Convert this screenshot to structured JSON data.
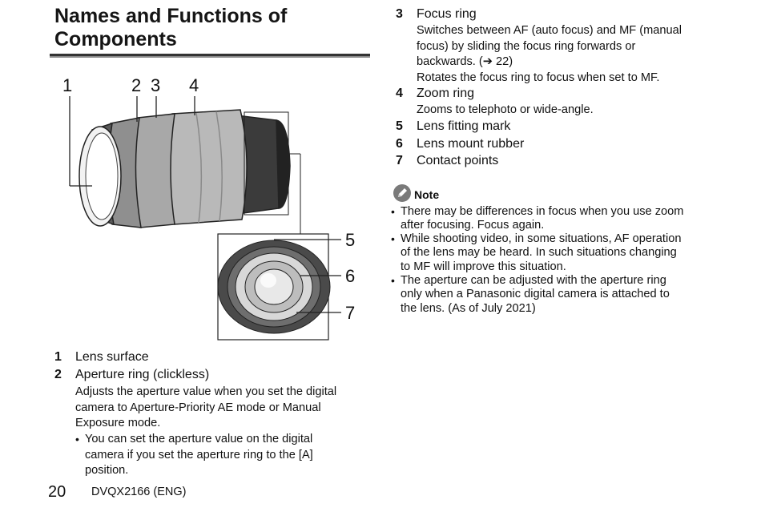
{
  "title_line1": "Names and Functions of",
  "title_line2": "Components",
  "callouts": [
    "1",
    "2",
    "3",
    "4",
    "5",
    "6",
    "7"
  ],
  "items": [
    {
      "num": "1",
      "label": "Lens surface"
    },
    {
      "num": "2",
      "label": "Aperture ring (clickless)",
      "desc": [
        "Adjusts the aperture value when you set the digital",
        "camera to Aperture-Priority AE mode or Manual",
        "Exposure mode."
      ],
      "bullet": [
        "You can set the aperture value on the digital",
        "camera if you set the aperture ring to the [A]",
        "position."
      ]
    },
    {
      "num": "3",
      "label": "Focus ring",
      "desc": [
        "Switches between AF (auto focus) and MF (manual",
        "focus) by sliding the focus ring forwards or",
        "backwards. (➔ 22)",
        "Rotates the focus ring to focus when set to MF."
      ]
    },
    {
      "num": "4",
      "label": "Zoom ring",
      "desc": [
        "Zooms to telephoto or wide-angle."
      ]
    },
    {
      "num": "5",
      "label": "Lens fitting mark"
    },
    {
      "num": "6",
      "label": "Lens mount rubber"
    },
    {
      "num": "7",
      "label": "Contact points"
    }
  ],
  "note": {
    "label": "Note",
    "bullets": [
      [
        "There may be differences in focus when you use zoom",
        "after focusing. Focus again."
      ],
      [
        "While shooting video, in some situations, AF operation",
        "of the lens may be heard. In such situations changing",
        "to MF will improve this situation."
      ],
      [
        "The aperture can be adjusted with the aperture ring",
        "only when a Panasonic digital camera is attached to",
        "the lens. (As of July 2021)"
      ]
    ]
  },
  "footer": {
    "page": "20",
    "code": "DVQX2166 (ENG)"
  }
}
